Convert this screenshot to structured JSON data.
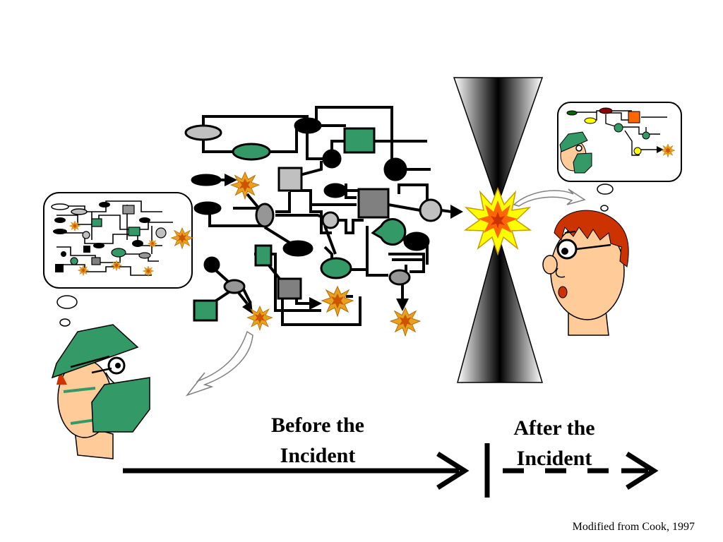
{
  "labels": {
    "before_line1": "Before the",
    "before_line2": "Incident",
    "after_line1": "After the",
    "after_line2": "Incident",
    "credit": "Modified from Cook, 1997"
  },
  "colors": {
    "green": "#339966",
    "gray_light": "#c0c0c0",
    "gray_mid": "#969696",
    "gray_dark": "#808080",
    "skin": "#ffcc99",
    "hair": "#cc3300",
    "explosion_outer": "#ffff00",
    "explosion_inner": "#ff6600",
    "burst_orange": "#e8a020",
    "burst_core": "#cc5500"
  },
  "icons": [
    "surgeon-figure",
    "thought-bubble",
    "explosion-icon",
    "hourglass-icon",
    "observer-head",
    "curved-arrow-icon"
  ]
}
